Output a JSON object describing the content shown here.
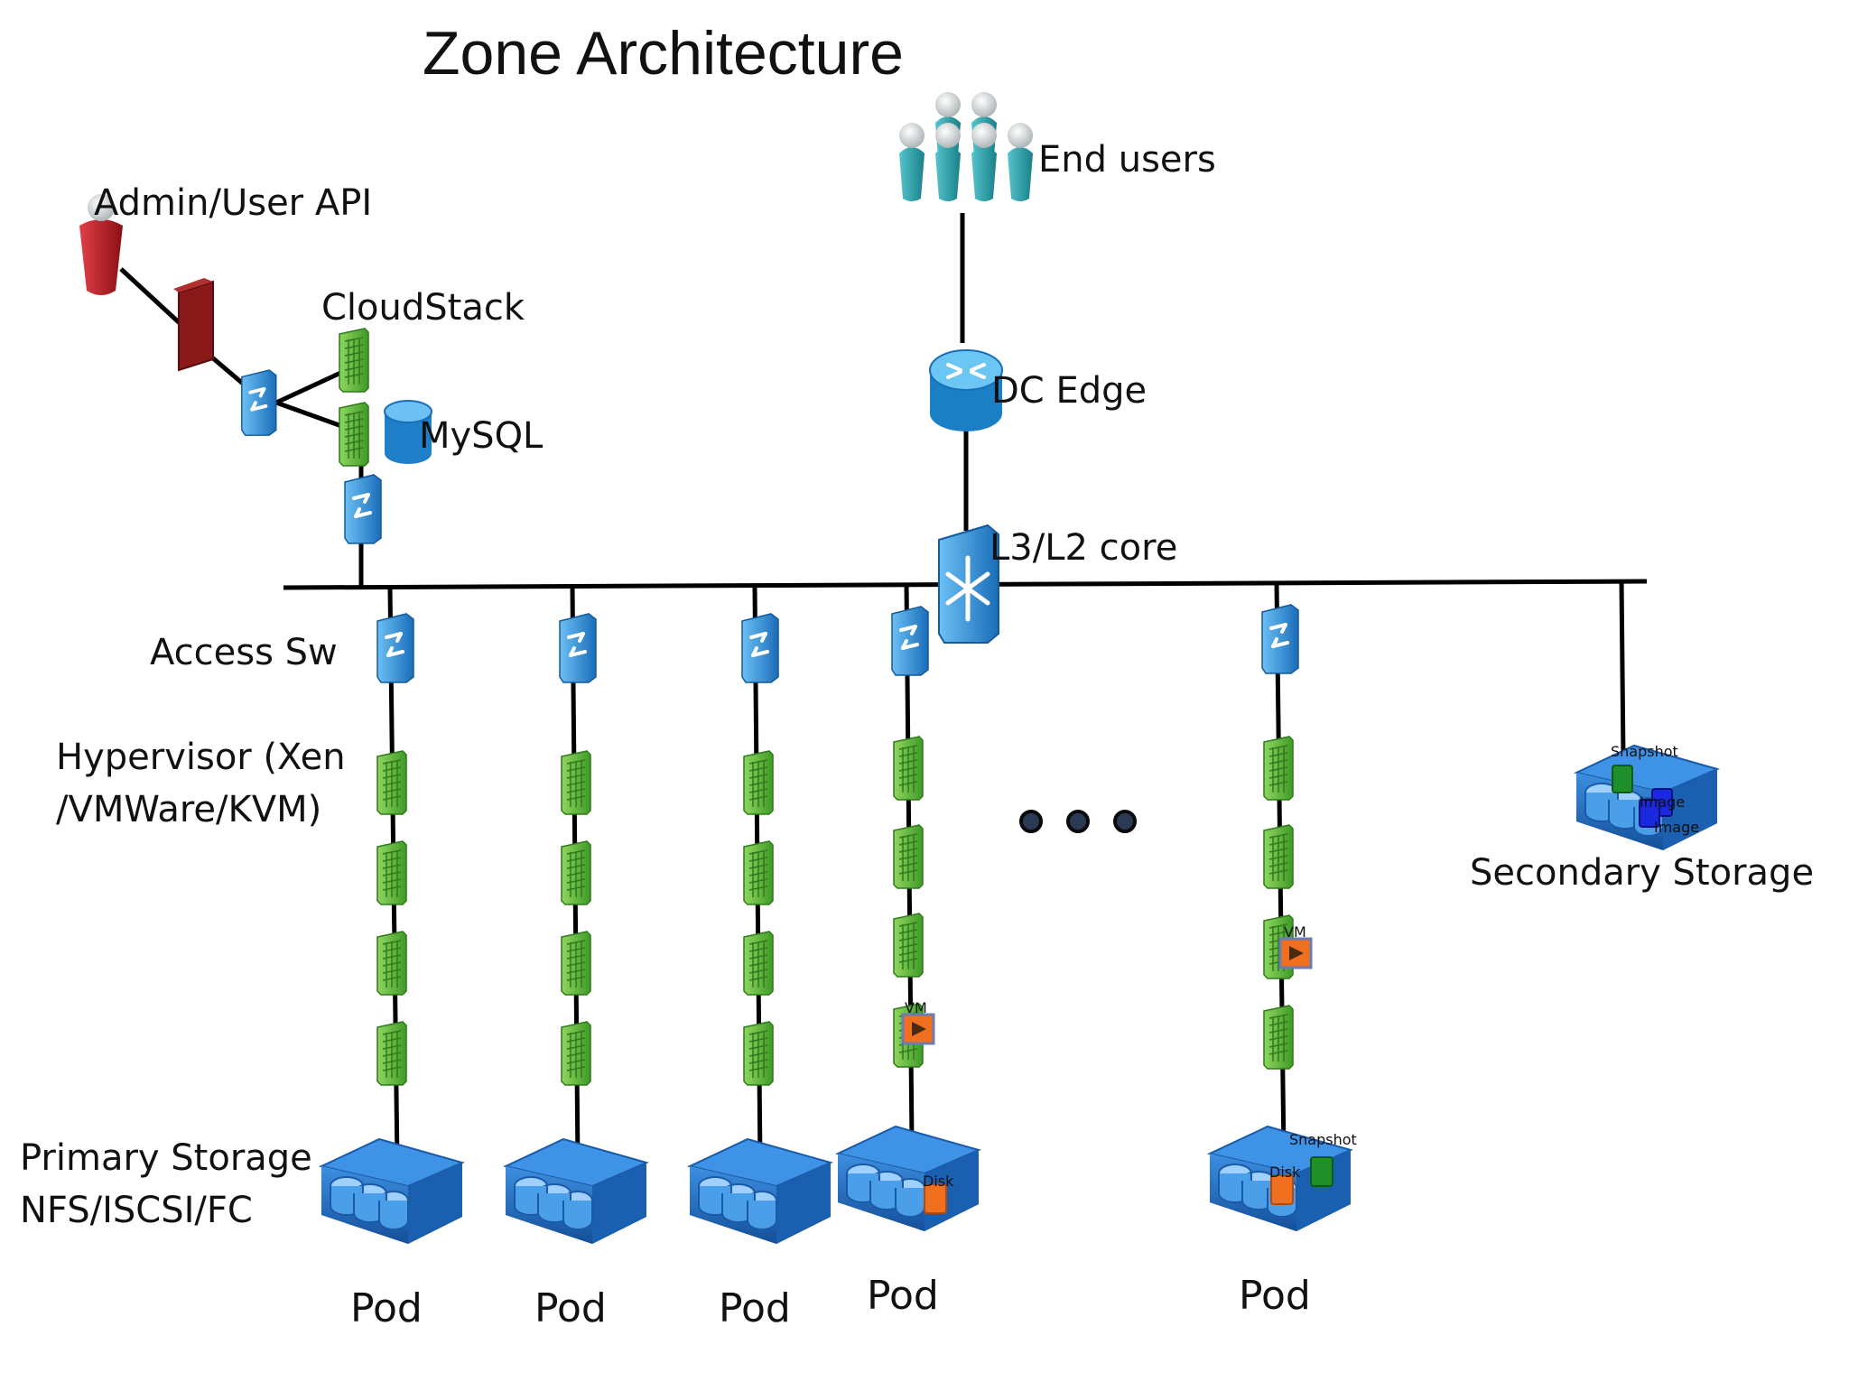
{
  "title": "Zone Architecture",
  "labels": {
    "admin_api": "Admin/User API",
    "cloudstack": "CloudStack",
    "mysql": "MySQL",
    "end_users": "End users",
    "dc_edge": "DC Edge",
    "core": "L3/L2 core",
    "access_sw": "Access Sw",
    "hypervisor_line1": "Hypervisor (Xen",
    "hypervisor_line2": "/VMWare/KVM)",
    "primary_line1": "Primary Storage",
    "primary_line2": "NFS/ISCSI/FC",
    "secondary": "Secondary Storage",
    "pods": [
      "Pod",
      "Pod",
      "Pod",
      "Pod",
      "Pod"
    ],
    "vm": "VM",
    "disk": "Disk",
    "snapshot": "Snapshot",
    "image": "Image"
  },
  "colors": {
    "server_green": "#5fb83a",
    "net_blue": "#2a8fd8",
    "storage_blue": "#1f6fc4",
    "admin_red": "#b3171d",
    "firewall_red": "#8a1a1a",
    "user_teal": "#2a9aa3",
    "vm_orange": "#f07020",
    "snapshot_green": "#1e8f2a",
    "image_blue": "#1a28e0",
    "line": "#000000"
  },
  "icons": [
    "user-icon",
    "firewall-icon",
    "switch-icon",
    "server-icon",
    "database-icon",
    "router-icon",
    "core-switch-icon",
    "storage-array-icon",
    "vm-icon",
    "disk-icon",
    "snapshot-icon",
    "image-icon"
  ]
}
